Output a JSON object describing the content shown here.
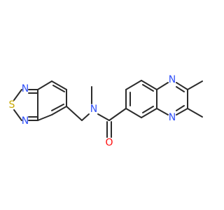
{
  "molecule": {
    "atoms": {
      "S": "S",
      "N_thiadiazole_top": "N",
      "N_thiadiazole_bottom": "N",
      "N_amide": "N",
      "O_carbonyl": "O",
      "N_quinoxaline_top": "N",
      "N_quinoxaline_bottom": "N"
    }
  },
  "colors": {
    "bond": "#2b2b2b",
    "nitrogen": "#3050f8",
    "oxygen": "#ff0d0d",
    "sulfur": "#c8a800"
  }
}
